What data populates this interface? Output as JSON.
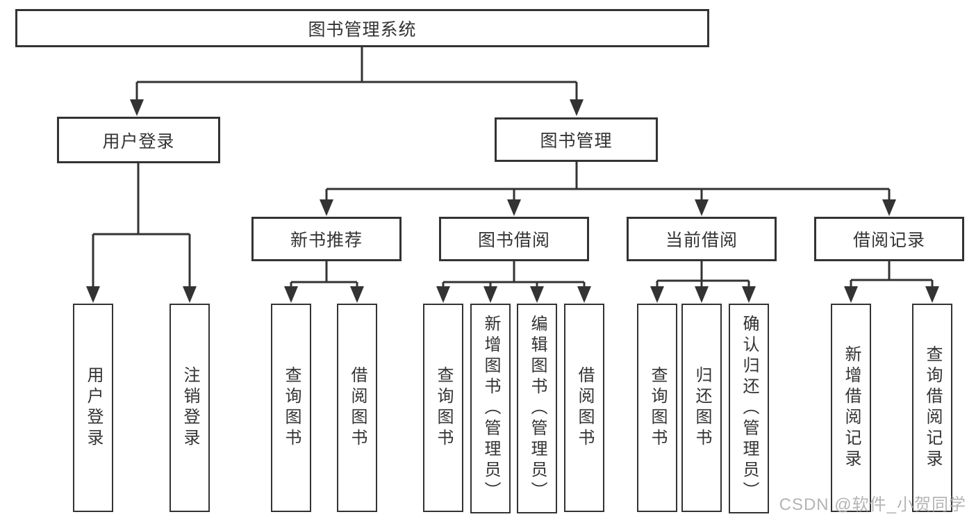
{
  "diagram": {
    "title": "图书管理系统",
    "type": "functional-structure-tree",
    "tree": {
      "id": "root",
      "label": "图书管理系统",
      "children": [
        {
          "id": "user-login",
          "label": "用户登录",
          "children": [
            {
              "id": "login",
              "label": "用户登录"
            },
            {
              "id": "logout",
              "label": "注销登录"
            }
          ]
        },
        {
          "id": "book-mgmt",
          "label": "图书管理",
          "children": [
            {
              "id": "new-book-rec",
              "label": "新书推荐",
              "children": [
                {
                  "id": "nbr-query",
                  "label": "查询图书"
                },
                {
                  "id": "nbr-borrow",
                  "label": "借阅图书"
                }
              ]
            },
            {
              "id": "book-borrow",
              "label": "图书借阅",
              "children": [
                {
                  "id": "bb-query",
                  "label": "查询图书"
                },
                {
                  "id": "bb-add",
                  "label": "新增图书（管理员）"
                },
                {
                  "id": "bb-edit",
                  "label": "编辑图书（管理员）"
                },
                {
                  "id": "bb-borrow",
                  "label": "借阅图书"
                }
              ]
            },
            {
              "id": "current-borrow",
              "label": "当前借阅",
              "children": [
                {
                  "id": "cb-query",
                  "label": "查询图书"
                },
                {
                  "id": "cb-return",
                  "label": "归还图书"
                },
                {
                  "id": "cb-confirm",
                  "label": "确认归还（管理员）"
                }
              ]
            },
            {
              "id": "borrow-record",
              "label": "借阅记录",
              "children": [
                {
                  "id": "br-add",
                  "label": "新增借阅记录"
                },
                {
                  "id": "br-query",
                  "label": "查询借阅记录"
                }
              ]
            }
          ]
        }
      ]
    }
  },
  "watermark": "CSDN @软件_小贺同学",
  "colors": {
    "line": "#333333",
    "text": "#333333",
    "box_background": "#ffffff",
    "watermark": "#b4b4b4"
  }
}
